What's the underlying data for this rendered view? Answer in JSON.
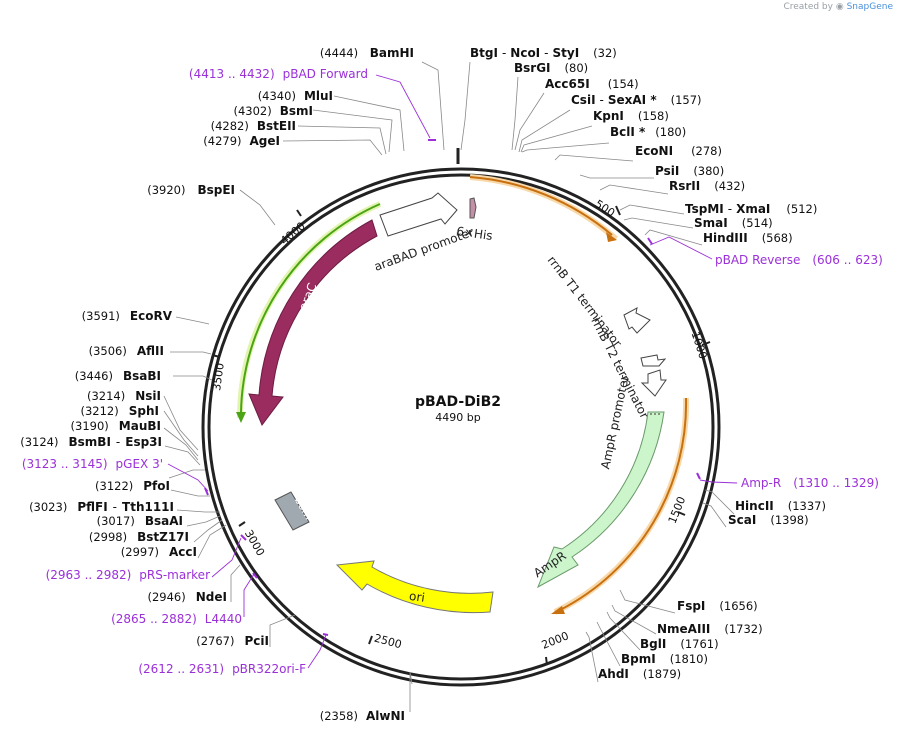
{
  "credit": {
    "prefix": "Created by",
    "brand": "SnapGene"
  },
  "map": {
    "title": "pBAD-DiB2",
    "length": "4490 bp"
  },
  "ticks": [
    "500",
    "1000",
    "1500",
    "2000",
    "2500",
    "3000",
    "3500",
    "4000"
  ],
  "features": [
    {
      "id": "araC",
      "label": "araC",
      "color": "#9a2c5f"
    },
    {
      "id": "arabad",
      "label": "araBAD promoter",
      "color": "#ffffff"
    },
    {
      "id": "his",
      "label": "6×His",
      "color": "#c490a8"
    },
    {
      "id": "rrnbt1",
      "label": "rrnB T1 terminator",
      "color": "#ffffff"
    },
    {
      "id": "rrnbt2",
      "label": "rrnB T2 terminator",
      "color": "#ffffff"
    },
    {
      "id": "ampprom",
      "label": "AmpR promoter",
      "color": "#ffffff"
    },
    {
      "id": "ampr",
      "label": "AmpR",
      "color": "#ccf5cc"
    },
    {
      "id": "ori",
      "label": "ori",
      "color": "#ffff00"
    },
    {
      "id": "bom",
      "label": "bom",
      "color": "#a0a8b0"
    }
  ],
  "sites": [
    {
      "name": "BamHI",
      "pos": "(4444)"
    },
    {
      "name": "BtgI",
      "sep1": "-",
      "name2": "NcoI",
      "sep2": "-",
      "name3": "StyI",
      "pos": "(32)"
    },
    {
      "name": "BsrGI",
      "pos": "(80)"
    },
    {
      "name": "Acc65I",
      "pos": "(154)"
    },
    {
      "name": "CsiI",
      "sep1": "-",
      "name2": "SexAI *",
      "pos": "(157)"
    },
    {
      "name": "KpnI",
      "pos": "(158)"
    },
    {
      "name": "BclI *",
      "pos": "(180)"
    },
    {
      "name": "EcoNI",
      "pos": "(278)"
    },
    {
      "name": "PsiI",
      "pos": "(380)"
    },
    {
      "name": "RsrII",
      "pos": "(432)"
    },
    {
      "name": "TspMI",
      "sep1": "-",
      "name2": "XmaI",
      "pos": "(512)"
    },
    {
      "name": "SmaI",
      "pos": "(514)"
    },
    {
      "name": "HindIII",
      "pos": "(568)"
    },
    {
      "name": "HincII",
      "pos": "(1337)"
    },
    {
      "name": "ScaI",
      "pos": "(1398)"
    },
    {
      "name": "FspI",
      "pos": "(1656)"
    },
    {
      "name": "NmeAIII",
      "pos": "(1732)"
    },
    {
      "name": "BglI",
      "pos": "(1761)"
    },
    {
      "name": "BpmI",
      "pos": "(1810)"
    },
    {
      "name": "AhdI",
      "pos": "(1879)"
    },
    {
      "name": "AlwNI",
      "pos": "(2358)"
    },
    {
      "name": "PciI",
      "pos": "(2767)"
    },
    {
      "name": "NdeI",
      "pos": "(2946)"
    },
    {
      "name": "AccI",
      "pos": "(2997)"
    },
    {
      "name": "BstZ17I",
      "pos": "(2998)"
    },
    {
      "name": "BsaAI",
      "pos": "(3017)"
    },
    {
      "name": "PflFI",
      "sep1": "-",
      "name2": "Tth111I",
      "pos": "(3023)"
    },
    {
      "name": "PfoI",
      "pos": "(3122)"
    },
    {
      "name": "BsmBI",
      "sep1": "-",
      "name2": "Esp3I",
      "pos": "(3124)"
    },
    {
      "name": "MauBI",
      "pos": "(3190)"
    },
    {
      "name": "SphI",
      "pos": "(3212)"
    },
    {
      "name": "NsiI",
      "pos": "(3214)"
    },
    {
      "name": "BsaBI",
      "pos": "(3446)"
    },
    {
      "name": "AflII",
      "pos": "(3506)"
    },
    {
      "name": "EcoRV",
      "pos": "(3591)"
    },
    {
      "name": "BspEI",
      "pos": "(3920)"
    },
    {
      "name": "AgeI",
      "pos": "(4279)"
    },
    {
      "name": "BstEII",
      "pos": "(4282)"
    },
    {
      "name": "BsmI",
      "pos": "(4302)"
    },
    {
      "name": "MluI",
      "pos": "(4340)"
    }
  ],
  "primers": [
    {
      "range": "(4413 .. 4432)",
      "name": "pBAD Forward"
    },
    {
      "name": "pBAD Reverse",
      "range": "(606 .. 623)"
    },
    {
      "name": "Amp-R",
      "range": "(1310 .. 1329)"
    },
    {
      "range": "(3123 .. 3145)",
      "name": "pGEX 3'"
    },
    {
      "range": "(2963 .. 2982)",
      "name": "pRS-marker"
    },
    {
      "range": "(2865 .. 2882)",
      "name": "L4440"
    },
    {
      "range": "(2612 .. 2631)",
      "name": "pBR322ori-F"
    }
  ]
}
